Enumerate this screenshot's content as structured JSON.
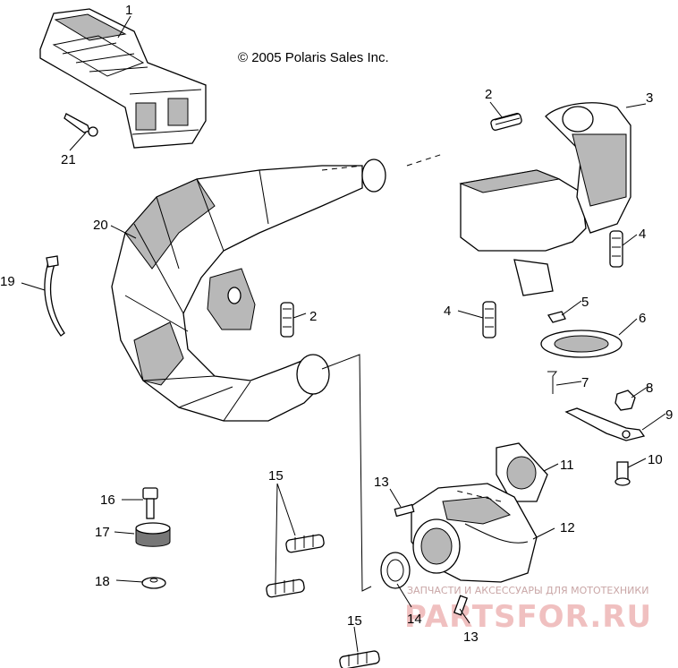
{
  "copyright": "© 2005 Polaris Sales Inc.",
  "watermark": {
    "line1": "ЗАПЧАСТИ И АКСЕССУАРЫ ДЛЯ МОТОТЕХНИКИ",
    "line2": "PARTSFOR.RU"
  },
  "callouts": {
    "c1": "1",
    "c2a": "2",
    "c2b": "2",
    "c3": "3",
    "c4a": "4",
    "c4b": "4",
    "c5": "5",
    "c6": "6",
    "c7": "7",
    "c8": "8",
    "c9": "9",
    "c10": "10",
    "c11": "11",
    "c12": "12",
    "c13a": "13",
    "c13b": "13",
    "c14": "14",
    "c15a": "15",
    "c15b": "15",
    "c16": "16",
    "c17": "17",
    "c18": "18",
    "c19": "19",
    "c20": "20",
    "c21": "21"
  },
  "colors": {
    "line": "#000000",
    "shade": "#b8b8b8",
    "watermark": "#f0c0c0"
  }
}
